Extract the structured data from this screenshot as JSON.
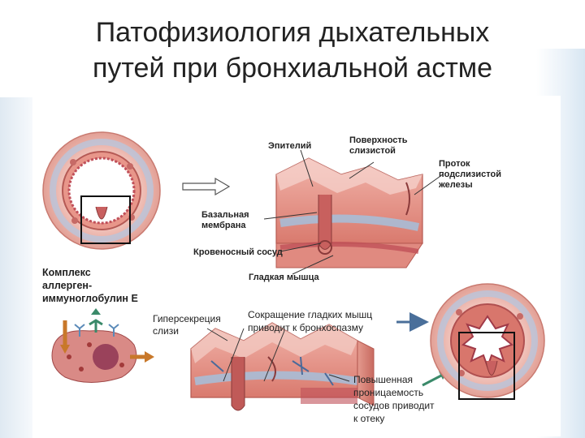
{
  "title": {
    "line1": "Патофизиология дыхательных",
    "line2": "путей при бронхиальной астме"
  },
  "labels": {
    "epithelium": "Эпителий",
    "mucosa_surface_1": "Поверхность",
    "mucosa_surface_2": "слизистой",
    "gland_duct_1": "Проток",
    "gland_duct_2": "подслизистой",
    "gland_duct_3": "железы",
    "basal_membrane_1": "Базальная",
    "basal_membrane_2": "мембрана",
    "blood_vessel": "Кровеносный сосуд",
    "smooth_muscle": "Гладкая мышца",
    "complex_1": "Комплекс",
    "complex_2": "аллерген-",
    "complex_3": "иммуноглобулин Е",
    "hypersecretion_1": "Гиперсекреция",
    "hypersecretion_2": "слизи",
    "contraction_1": "Сокращение гладких мышц",
    "contraction_2": "приводит к бронхоспазму",
    "permeability_1": "Повышенная",
    "permeability_2": "проницаемость",
    "permeability_3": "сосудов приводит",
    "permeability_4": "к отеку"
  },
  "colors": {
    "tissue": "#e8a8a0",
    "tissue_dark": "#c0505a",
    "epithelium": "#d9735f",
    "vessel": "#b8c8e0",
    "arrow_blue": "#4a6f9a",
    "arrow_orange": "#c8782a",
    "antibody_green": "#3a8a6a"
  }
}
